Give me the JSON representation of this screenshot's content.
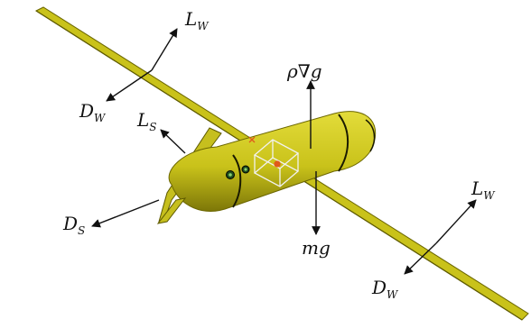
{
  "labels": {
    "lift_wing_left": {
      "main": "L",
      "sub": "W"
    },
    "drag_wing_left": {
      "main": "D",
      "sub": "W"
    },
    "lift_stabilizer": {
      "main": "L",
      "sub": "S"
    },
    "drag_stabilizer": {
      "main": "D",
      "sub": "S"
    },
    "buoyancy": "ρ∇g",
    "gravity": "mg",
    "lift_wing_right": {
      "main": "L",
      "sub": "W"
    },
    "drag_wing_right": {
      "main": "D",
      "sub": "W"
    }
  },
  "colors": {
    "hull": "#c9c21a",
    "hull_shadow": "#8a8410",
    "wing": "#c6bf1e",
    "arrow": "#111111"
  }
}
